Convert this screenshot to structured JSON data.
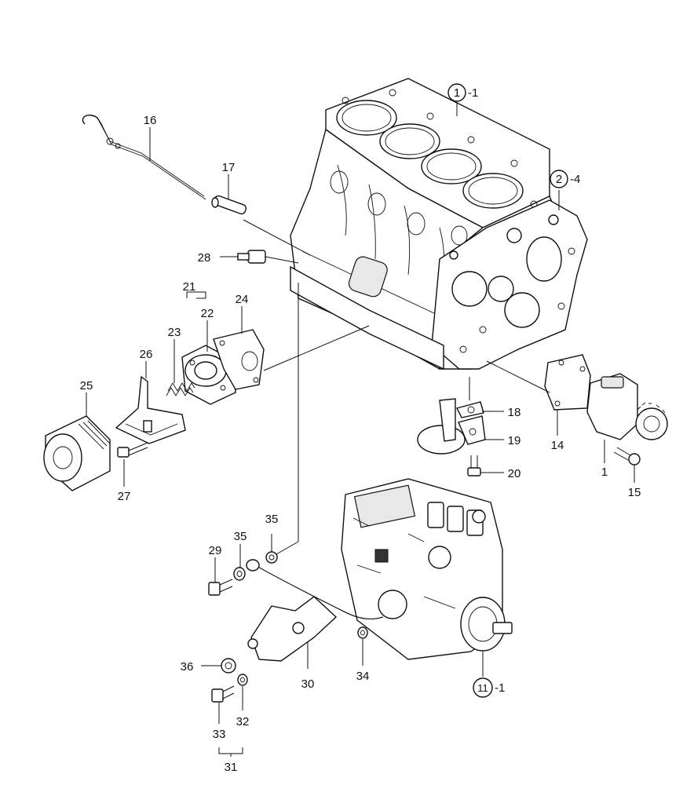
{
  "labels": {
    "l16": "16",
    "l17": "17",
    "l28": "28",
    "l21": "21",
    "l23": "23",
    "l22": "22",
    "l24": "24",
    "l26": "26",
    "l25": "25",
    "l27": "27",
    "l18": "18",
    "l19": "19",
    "l20": "20",
    "l14": "14",
    "l1": "1",
    "l15": "15",
    "l35a": "35",
    "l35b": "35",
    "l29": "29",
    "l36": "36",
    "l30": "30",
    "l34": "34",
    "l33": "33",
    "l32": "32",
    "l31": "31"
  },
  "circled": {
    "c1": {
      "num": "1",
      "suffix": "-1"
    },
    "c2": {
      "num": "2",
      "suffix": "-4"
    },
    "c11": {
      "num": "11",
      "suffix": "-1"
    }
  }
}
